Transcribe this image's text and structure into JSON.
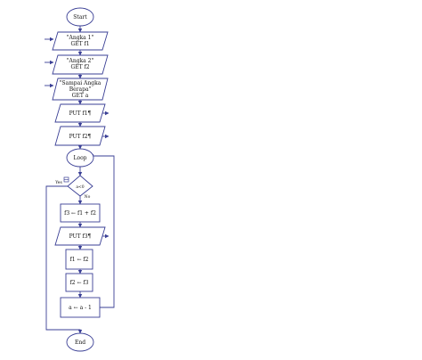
{
  "flowchart": {
    "colors": {
      "stroke": "#3a3f95",
      "fill": "#ffffff",
      "text": "#111111"
    },
    "start_label": "Start",
    "input1": [
      "\"Angka 1\"",
      "GET f1"
    ],
    "input2": [
      "\"Angka 2\"",
      "GET f2"
    ],
    "input3": [
      "\"Sampai Angka",
      "Berapa\"",
      "GET a"
    ],
    "output1": "PUT f1¶",
    "output2": "PUT f2¶",
    "loop_label": "Loop",
    "decision_label": "a<0",
    "yes_label": "Yes",
    "no_label": "No",
    "assign1": "f3 ← f1 + f2",
    "output3": "PUT f3¶",
    "assign2": "f1 ← f2",
    "assign3": "f2 ← f3",
    "assign4": "a ← a - 1",
    "end_label": "End"
  }
}
